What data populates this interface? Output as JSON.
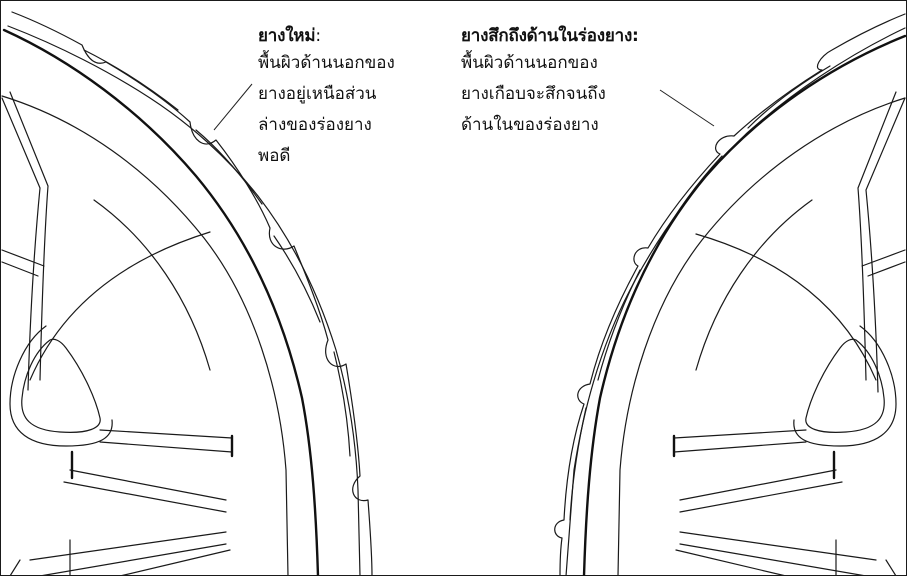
{
  "labels": {
    "new_tire": {
      "title": "ยางใหม่",
      "title_suffix": ":",
      "lines": [
        "พื้นผิวด้านนอกของ",
        "ยางอยู่เหนือส่วน",
        "ล่างของร่องยาง",
        "พอดี"
      ]
    },
    "worn_tire": {
      "title": "ยางสึกถึงด้านในร่องยาง:",
      "lines": [
        "พื้นผิวด้านนอกของ",
        "ยางเกือบจะสึกจนถึง",
        "ด้านในของร่องยาง"
      ]
    }
  },
  "colors": {
    "line": "#1a1a1a",
    "background": "#ffffff"
  }
}
